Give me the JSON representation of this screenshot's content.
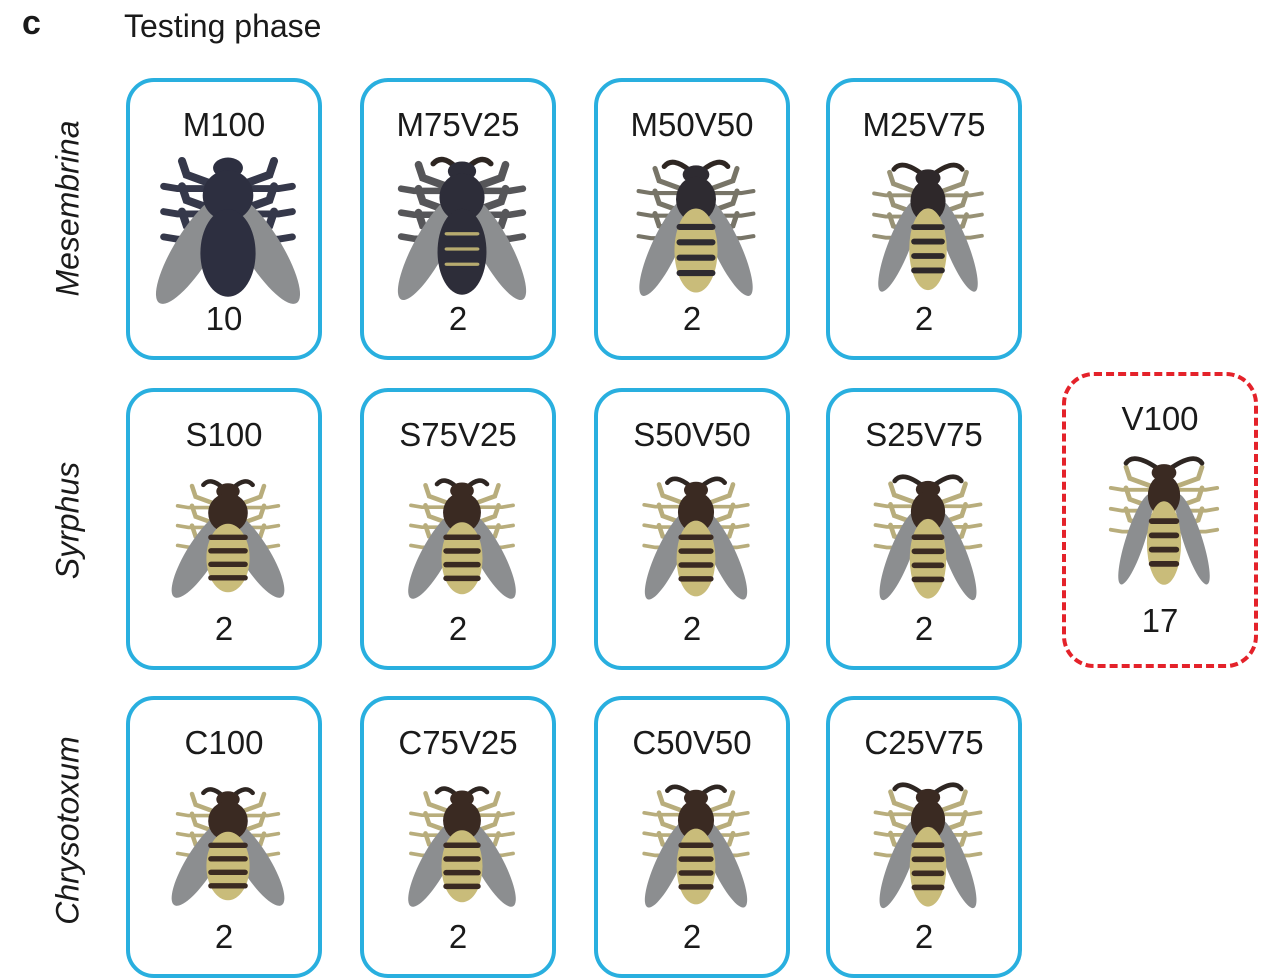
{
  "panel_label": "c",
  "title": "Testing phase",
  "colors": {
    "model_border": "#29afdf",
    "test_border": "#e4222a"
  },
  "rows": [
    {
      "label": "Mesembrina",
      "cards": [
        {
          "name": "M100",
          "count": "10",
          "insect": "mesembrina-fly-icon"
        },
        {
          "name": "M75V25",
          "count": "2",
          "insect": "hybrid-fly-icon"
        },
        {
          "name": "M50V50",
          "count": "2",
          "insect": "hybrid-fly-icon"
        },
        {
          "name": "M25V75",
          "count": "2",
          "insect": "hybrid-fly-icon"
        }
      ]
    },
    {
      "label": "Syrphus",
      "cards": [
        {
          "name": "S100",
          "count": "2",
          "insect": "syrphus-fly-icon"
        },
        {
          "name": "S75V25",
          "count": "2",
          "insect": "hybrid-fly-icon"
        },
        {
          "name": "S50V50",
          "count": "2",
          "insect": "hybrid-fly-icon"
        },
        {
          "name": "S25V75",
          "count": "2",
          "insect": "hybrid-fly-icon"
        }
      ]
    },
    {
      "label": "Chrysotoxum",
      "cards": [
        {
          "name": "C100",
          "count": "2",
          "insect": "chrysotoxum-fly-icon"
        },
        {
          "name": "C75V25",
          "count": "2",
          "insect": "hybrid-fly-icon"
        },
        {
          "name": "C50V50",
          "count": "2",
          "insect": "hybrid-fly-icon"
        },
        {
          "name": "C25V75",
          "count": "2",
          "insect": "hybrid-fly-icon"
        }
      ]
    }
  ],
  "wasp": {
    "name": "V100",
    "count": "17",
    "insect": "wasp-icon"
  }
}
